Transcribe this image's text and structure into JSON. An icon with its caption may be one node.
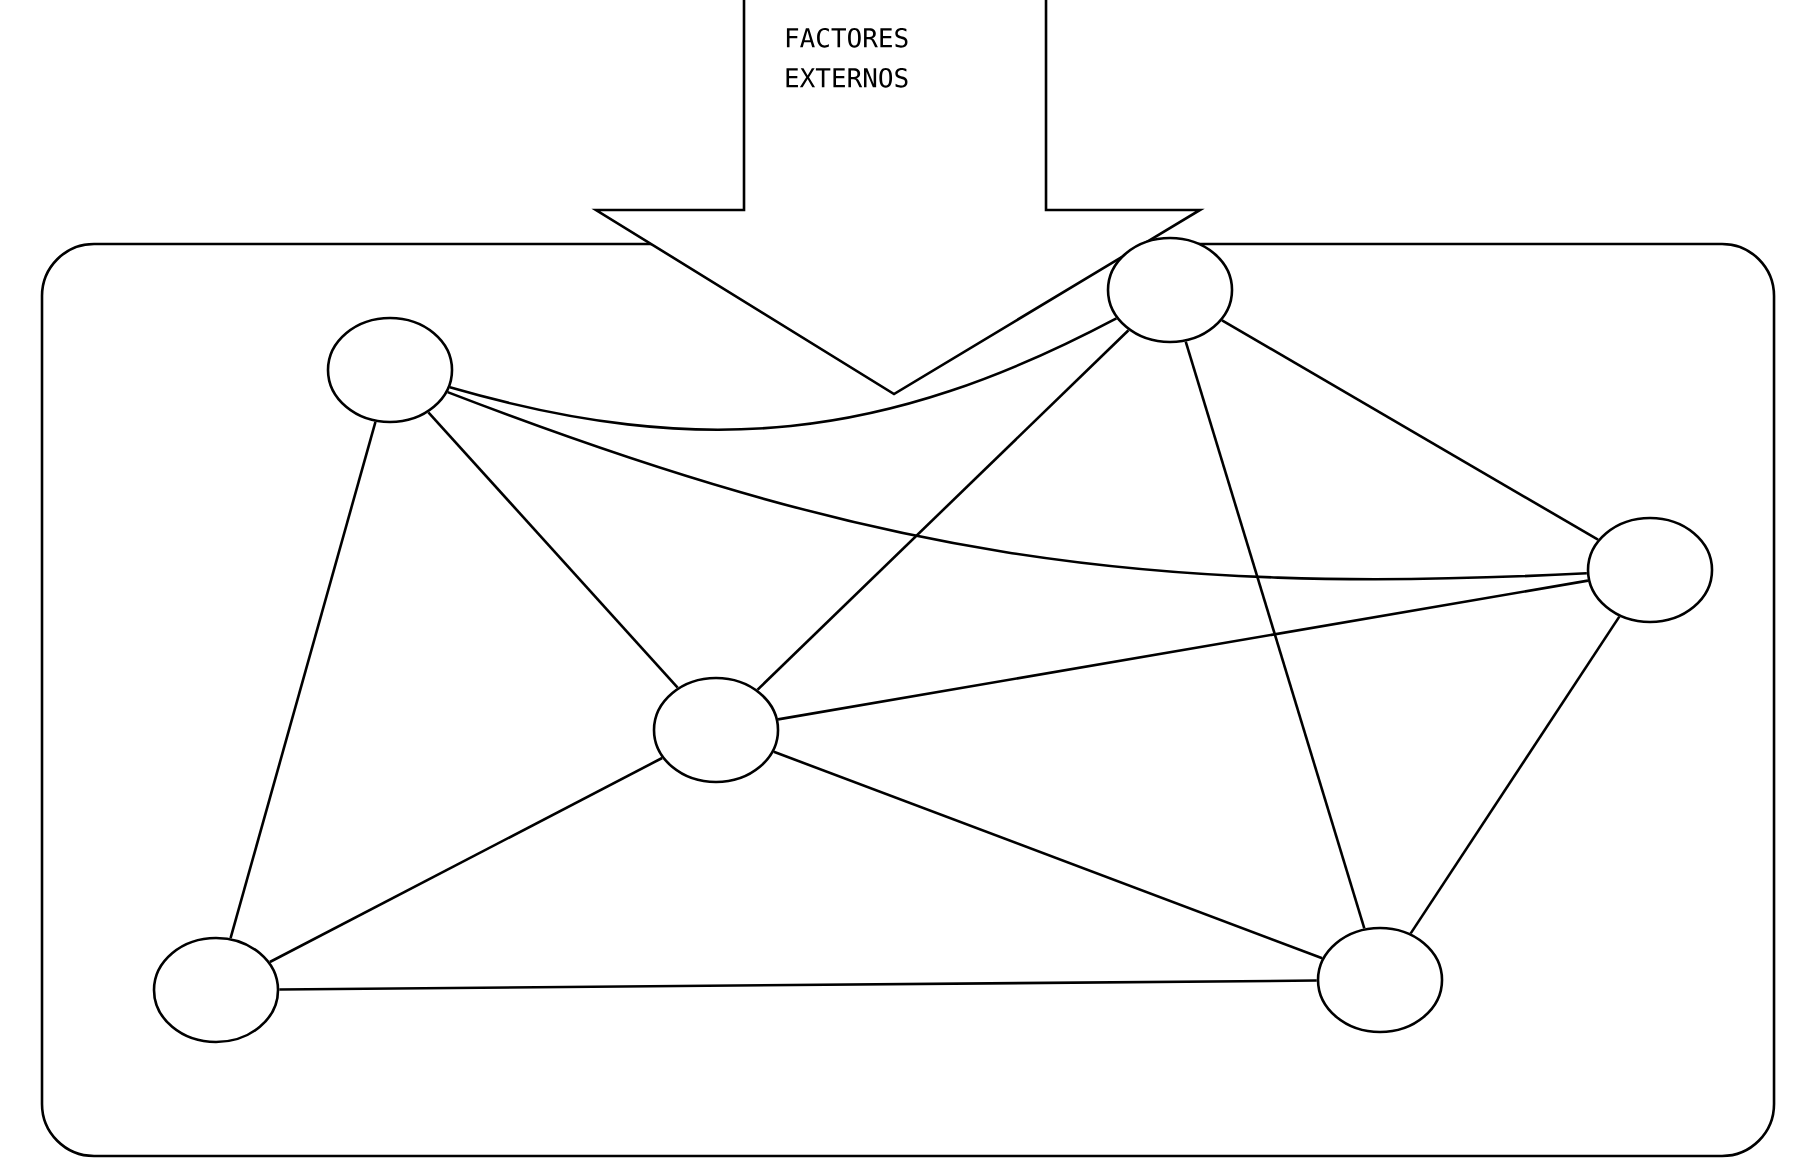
{
  "diagram": {
    "nodes": [
      {
        "text": [
          "FACTORES EXTERNOS"
        ]
      },
      {
        "text": [],
        "shape": "box"
      },
      {
        "text": [],
        "shape": "circle",
        "in": 1
      },
      {
        "text": [],
        "shape": "circle",
        "in": 1
      },
      {
        "text": [],
        "shape": "circle",
        "in": 1
      },
      {
        "text": [],
        "shape": "circle",
        "in": 1
      },
      {
        "text": [],
        "shape": "circle",
        "in": 1
      },
      {
        "text": [],
        "shape": "circle",
        "in": 1
      }
    ],
    "edges": [
      {
        "from": 2,
        "to": 3,
        "arrow": "none"
      },
      {
        "from": 2,
        "to": 4,
        "arrow": "none"
      },
      {
        "from": 2,
        "to": 5,
        "arrow": "none"
      },
      {
        "from": 2,
        "to": 6,
        "arrow": "none"
      },
      {
        "from": 3,
        "to": 5,
        "arrow": "none"
      },
      {
        "from": 3,
        "to": 4,
        "arrow": "none"
      },
      {
        "from": 3,
        "to": 7,
        "arrow": "none"
      },
      {
        "from": 4,
        "to": 5,
        "arrow": "none"
      },
      {
        "from": 4,
        "to": 7,
        "arrow": "none"
      },
      {
        "from": 5,
        "to": 6,
        "arrow": "none"
      },
      {
        "from": 5,
        "to": 7,
        "arrow": "none"
      },
      {
        "from": 6,
        "to": 7,
        "arrow": "none"
      }
    ]
  }
}
